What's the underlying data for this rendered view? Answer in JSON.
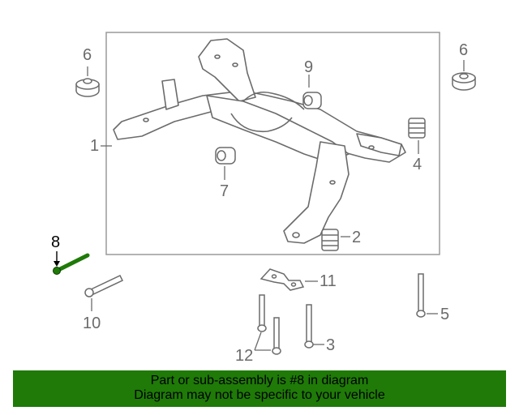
{
  "callouts": {
    "c1": "1",
    "c2": "2",
    "c3": "3",
    "c4": "4",
    "c5": "5",
    "c6_left": "6",
    "c6_right": "6",
    "c7": "7",
    "c8": "8",
    "c9": "9",
    "c10": "10",
    "c11": "11",
    "c12": "12"
  },
  "banner": {
    "line1": "Part or sub-assembly is #8 in diagram",
    "line2": "Diagram may not be specific to your vehicle",
    "color": "#1f7a08"
  },
  "highlight_color": "#1f7a08",
  "line_color": "#6b6b6b"
}
